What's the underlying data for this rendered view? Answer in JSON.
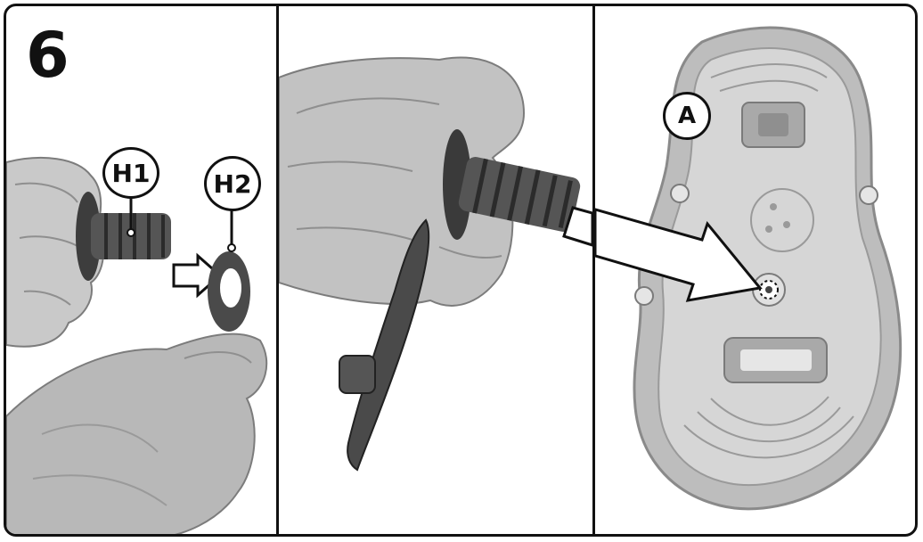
{
  "step_number": "6",
  "callouts": {
    "h1": "H1",
    "h2": "H2",
    "a": "A"
  },
  "colors": {
    "skin": "#c9c9c9",
    "skin_shadow": "#8f8f8f",
    "part_dark": "#4a4a4a",
    "cover_gray": "#bdbdbd",
    "frame": "#111111"
  }
}
